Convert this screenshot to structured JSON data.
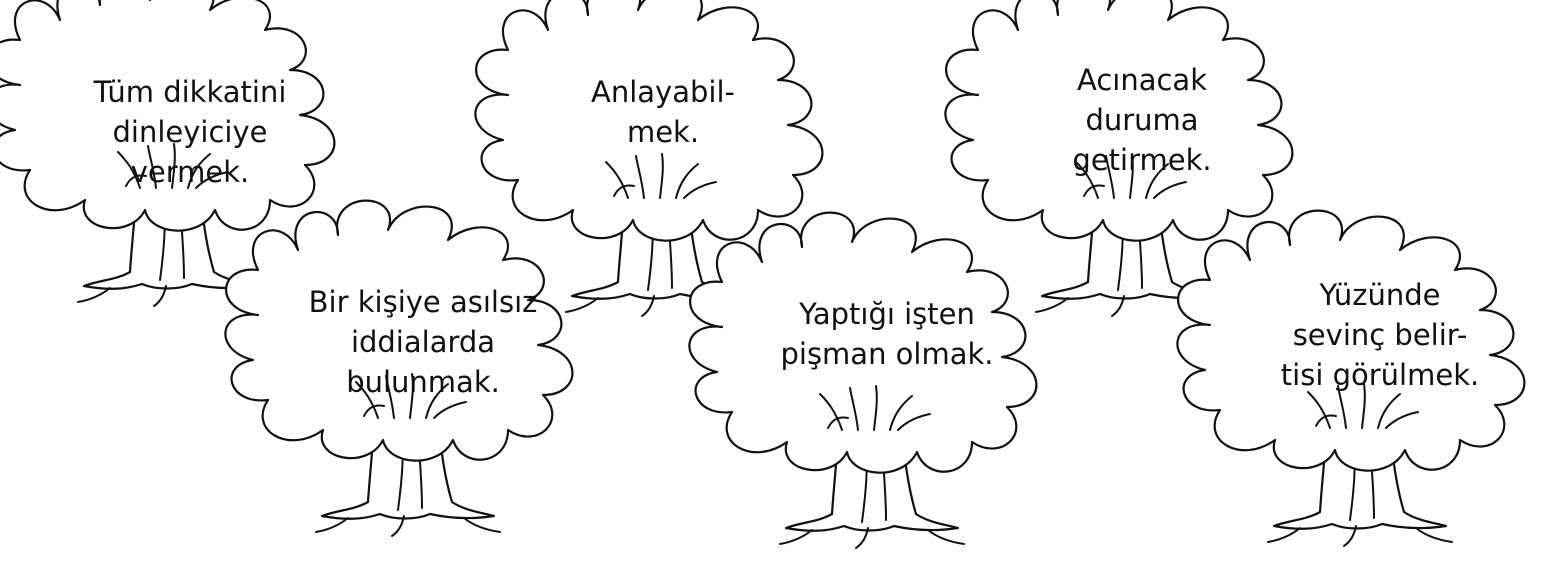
{
  "trees": [
    {
      "lines": [
        "Tüm dikkatini",
        "dinleyiciye",
        "vermek."
      ]
    },
    {
      "lines": [
        "Bir kişiye asılsız",
        "iddialarda",
        "bulunmak."
      ]
    },
    {
      "lines": [
        "Anlayabil-",
        "mek."
      ]
    },
    {
      "lines": [
        "Yaptığı işten",
        "pişman olmak."
      ]
    },
    {
      "lines": [
        "Acınacak",
        "duruma",
        "getirmek."
      ]
    },
    {
      "lines": [
        "Yüzünde",
        "sevinç belir-",
        "tisi görülmek."
      ]
    }
  ],
  "colors": {
    "ink": "#111111",
    "paper": "#ffffff"
  }
}
